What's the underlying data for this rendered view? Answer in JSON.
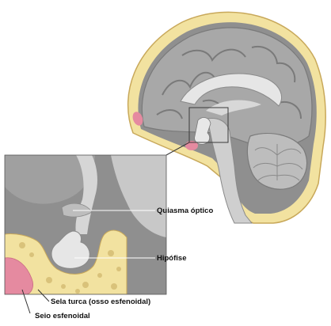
{
  "labels": {
    "optic_chiasm": "Quiasma óptico",
    "pituitary": "Hipófise",
    "sella_turcica": "Sela turca  (osso esfenoidal)",
    "sphenoid_sinus": "Seio esfenoidal"
  },
  "colors": {
    "skull_bone": "#f2e2a0",
    "bone_spongy": "#e7d18a",
    "skull_outline": "#c8a85a",
    "brain_gray": "#a8a8a8",
    "brain_light": "#c9c9c9",
    "brain_dark": "#6e6e6e",
    "pink_sinus": "#e58aa0",
    "leader_line": "#ffffff",
    "box_line": "#3a3a3a"
  }
}
